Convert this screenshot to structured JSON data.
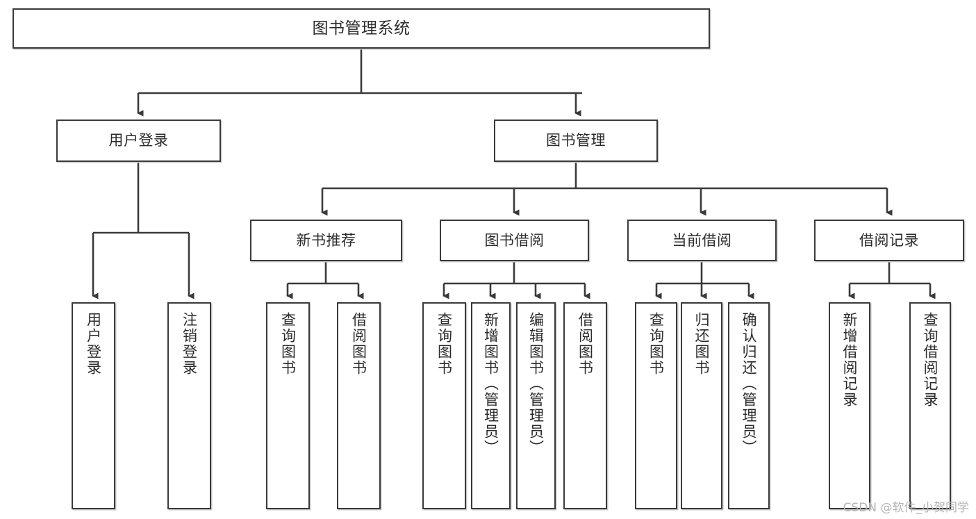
{
  "diagram": {
    "type": "tree-hierarchy-flowchart",
    "title": "图书管理系统",
    "watermark": "CSDN @软件_小贺同学",
    "colors": {
      "stroke": "#3a3a3a",
      "fill": "#ffffff",
      "text": "#2b2b2b",
      "shadow": "#c9c9c9",
      "watermark": "#b4b4b4"
    },
    "root": {
      "id": "root",
      "label": "图书管理系统"
    },
    "level2": [
      {
        "id": "user-login",
        "label": "用户登录"
      },
      {
        "id": "book-manage",
        "label": "图书管理"
      }
    ],
    "level3": [
      {
        "id": "new-book-recommend",
        "label": "新书推荐",
        "parent": "book-manage"
      },
      {
        "id": "book-borrow",
        "label": "图书借阅",
        "parent": "book-manage"
      },
      {
        "id": "current-borrow",
        "label": "当前借阅",
        "parent": "book-manage"
      },
      {
        "id": "borrow-record",
        "label": "借阅记录",
        "parent": "book-manage"
      }
    ],
    "leaves": {
      "user-login": [
        {
          "id": "leaf-user-login",
          "label": "用户登录"
        },
        {
          "id": "leaf-user-logout",
          "label": "注销登录"
        }
      ],
      "new-book-recommend": [
        {
          "id": "leaf-query-book-1",
          "label": "查询图书"
        },
        {
          "id": "leaf-borrow-book-1",
          "label": "借阅图书"
        }
      ],
      "book-borrow": [
        {
          "id": "leaf-query-book-2",
          "label": "查询图书"
        },
        {
          "id": "leaf-add-book",
          "label": "新增图书（管理员）"
        },
        {
          "id": "leaf-edit-book",
          "label": "编辑图书（管理员）"
        },
        {
          "id": "leaf-borrow-book-2",
          "label": "借阅图书"
        }
      ],
      "current-borrow": [
        {
          "id": "leaf-query-book-3",
          "label": "查询图书"
        },
        {
          "id": "leaf-return-book",
          "label": "归还图书"
        },
        {
          "id": "leaf-confirm-return",
          "label": "确认归还（管理员）"
        }
      ],
      "borrow-record": [
        {
          "id": "leaf-add-record",
          "label": "新增借阅记录"
        },
        {
          "id": "leaf-query-record",
          "label": "查询借阅记录"
        }
      ]
    }
  }
}
